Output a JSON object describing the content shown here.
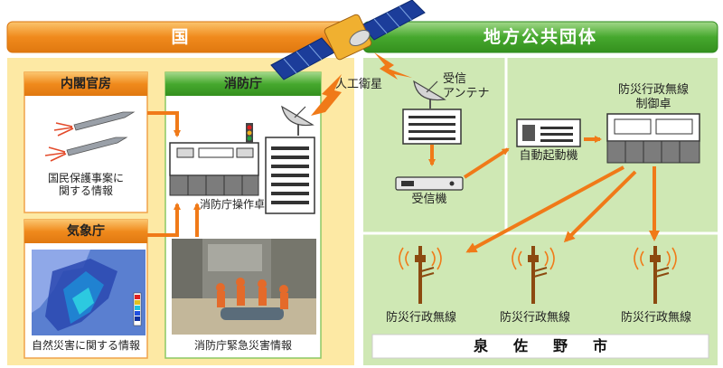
{
  "header": {
    "national": "国",
    "local": "地方公共団体"
  },
  "boxes": {
    "cabinet": "内閣官房",
    "fdma": "消防庁",
    "jma": "気象庁"
  },
  "labels": {
    "civil_protection_info": "国民保護事案に\n関する情報",
    "natural_disaster_info": "自然災害に関する情報",
    "fdma_emergency_info": "消防庁緊急災害情報",
    "fdma_console": "消防庁操作卓",
    "satellite": "人工衛星",
    "receive_antenna": "受信\nアンテナ",
    "receiver": "受信機",
    "auto_starter": "自動起動機",
    "radio_control_console": "防災行政無線\n制御卓",
    "radio_1": "防災行政無線",
    "radio_2": "防災行政無線",
    "radio_3": "防災行政無線"
  },
  "city": "泉佐野市",
  "colors": {
    "orange": "#f08a1c",
    "green": "#46a82e",
    "yellow_bg": "#fde9a4",
    "green_bg": "#cfe8b4"
  },
  "icons": [
    "satellite-icon",
    "missile-icon",
    "dish-antenna-icon",
    "building-icon",
    "console-icon",
    "receiver-icon",
    "auto-starter-icon",
    "speaker-tower-icon",
    "weather-map-image",
    "rescue-photo-image"
  ]
}
